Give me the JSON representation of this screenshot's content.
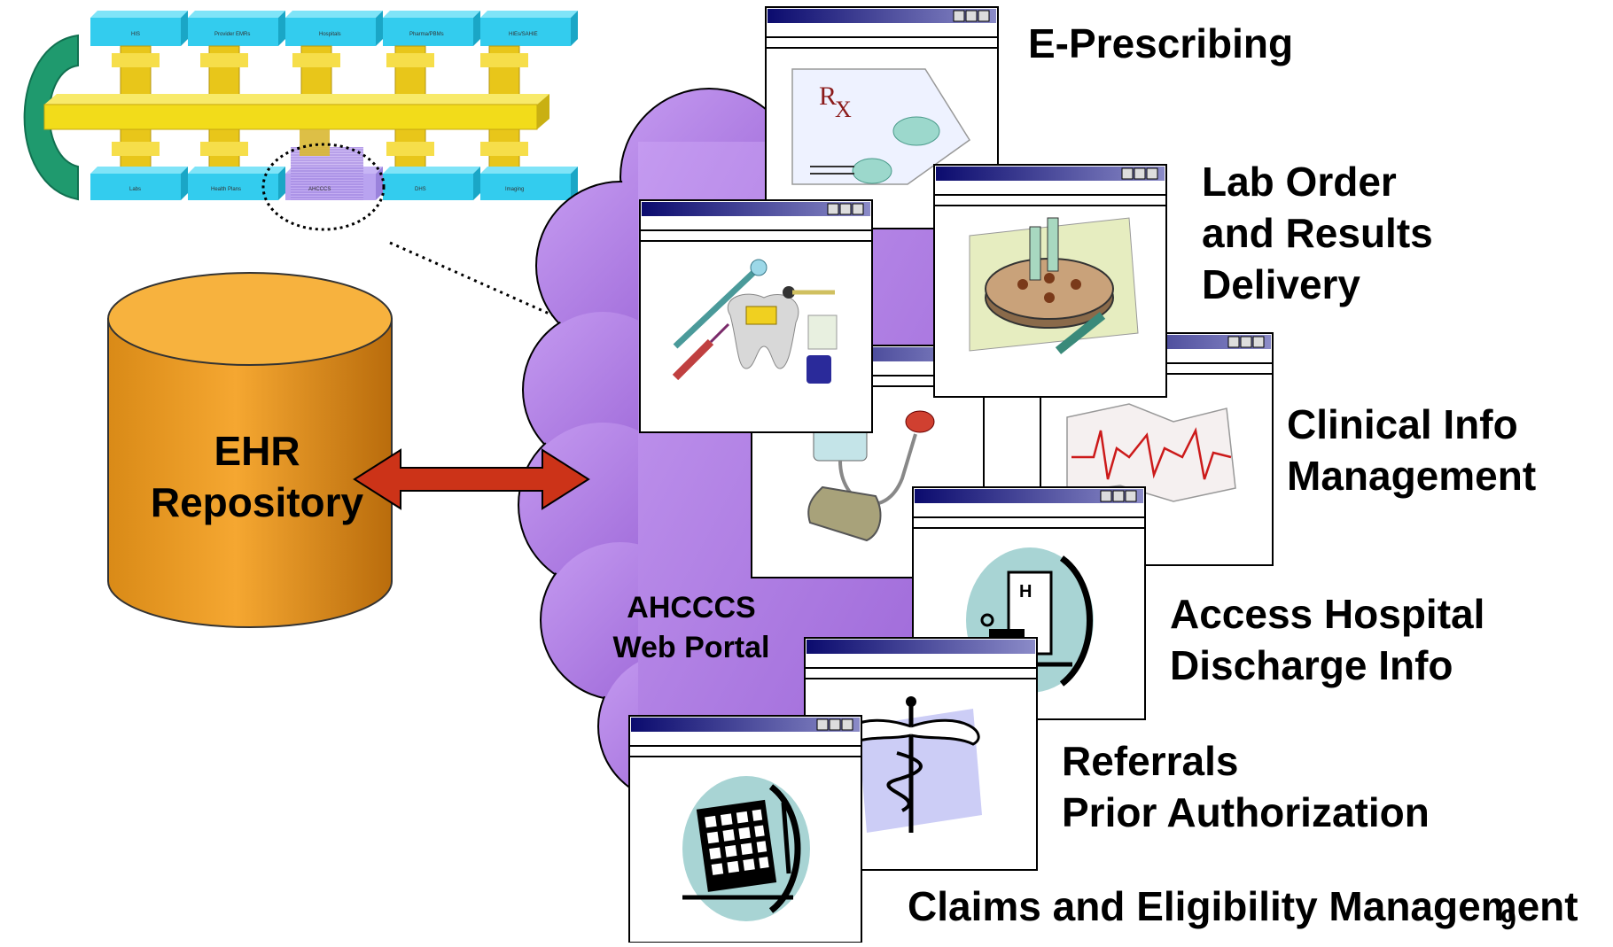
{
  "diagram": {
    "ehr_repository": {
      "line1": "EHR",
      "line2": "Repository"
    },
    "web_portal": {
      "line1": "AHCCCS",
      "line2": "Web Portal"
    },
    "services": [
      {
        "lines": [
          "E-Prescribing"
        ]
      },
      {
        "lines": [
          "Lab Order",
          "and Results",
          "Delivery"
        ]
      },
      {
        "lines": [
          "Clinical Info",
          "Management"
        ]
      },
      {
        "lines": [
          "Access Hospital",
          "Discharge Info"
        ]
      },
      {
        "lines": [
          "Referrals",
          "Prior Authorization"
        ]
      },
      {
        "lines": [
          "Claims and Eligibility Management"
        ]
      }
    ],
    "architecture": {
      "top_nodes": [
        "HIS",
        "Provider EMRs",
        "Hospitals",
        "Pharma/PBMs",
        "HIEs/SAHIE"
      ],
      "bottom_nodes": [
        "Labs",
        "Health Plans",
        "AHCCCS",
        "DHS",
        "Imaging"
      ]
    },
    "page_number": "9"
  },
  "colors": {
    "cloud": "#b58ae8",
    "cylinder": "#f2a32c",
    "arrow": "#cc3318",
    "bus_yellow": "#f2dc1a",
    "node_cyan": "#33ccee"
  },
  "icons": [
    "rx-prescription-icon",
    "lab-centrifuge-icon",
    "dental-tools-icon",
    "stethoscope-icon",
    "ecg-chart-icon",
    "hospital-icon",
    "caduceus-icon",
    "clipboard-icon"
  ]
}
